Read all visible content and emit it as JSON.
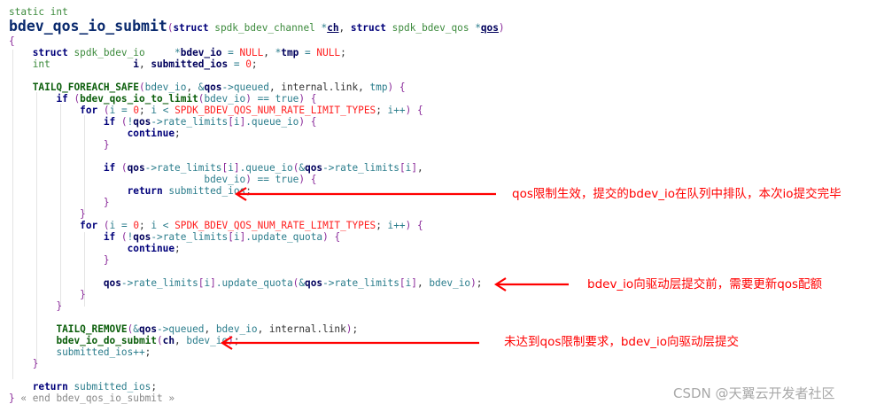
{
  "code": {
    "lines": [
      [
        {
          "c": "ty",
          "t": "static int"
        }
      ],
      [
        {
          "c": "fnname",
          "t": "bdev_qos_io_submit"
        },
        {
          "c": "pu",
          "t": "("
        },
        {
          "c": "kw",
          "t": "struct "
        },
        {
          "c": "ty",
          "t": "spdk_bdev_channel "
        },
        {
          "c": "op",
          "t": "*"
        },
        {
          "c": "varu",
          "t": "ch"
        },
        {
          "c": "pl",
          "t": ", "
        },
        {
          "c": "kw",
          "t": "struct "
        },
        {
          "c": "ty",
          "t": "spdk_bdev_qos "
        },
        {
          "c": "op",
          "t": "*"
        },
        {
          "c": "varu",
          "t": "qos"
        },
        {
          "c": "pu",
          "t": ")"
        }
      ],
      [
        {
          "c": "pu",
          "t": "{"
        }
      ],
      [
        {
          "c": "pl",
          "t": "    "
        },
        {
          "c": "kw",
          "t": "struct"
        },
        {
          "c": "ty",
          "t": " spdk_bdev_io     "
        },
        {
          "c": "op",
          "t": "*"
        },
        {
          "c": "var",
          "t": "bdev_io"
        },
        {
          "c": "op",
          "t": " = "
        },
        {
          "c": "red",
          "t": "NULL"
        },
        {
          "c": "pl",
          "t": ", "
        },
        {
          "c": "op",
          "t": "*"
        },
        {
          "c": "var",
          "t": "tmp"
        },
        {
          "c": "op",
          "t": " = "
        },
        {
          "c": "red",
          "t": "NULL"
        },
        {
          "c": "pl",
          "t": ";"
        }
      ],
      [
        {
          "c": "pl",
          "t": "    "
        },
        {
          "c": "ty",
          "t": "int              "
        },
        {
          "c": "var",
          "t": "i"
        },
        {
          "c": "pl",
          "t": ", "
        },
        {
          "c": "var",
          "t": "submitted_ios"
        },
        {
          "c": "op",
          "t": " = "
        },
        {
          "c": "red",
          "t": "0"
        },
        {
          "c": "pl",
          "t": ";"
        }
      ],
      [],
      [
        {
          "c": "pl",
          "t": "    "
        },
        {
          "c": "fn",
          "t": "TAILQ_FOREACH_SAFE"
        },
        {
          "c": "pu",
          "t": "("
        },
        {
          "c": "id",
          "t": "bdev_io"
        },
        {
          "c": "pl",
          "t": ", "
        },
        {
          "c": "op",
          "t": "&"
        },
        {
          "c": "var",
          "t": "qos"
        },
        {
          "c": "op",
          "t": "->"
        },
        {
          "c": "id",
          "t": "queued"
        },
        {
          "c": "pl",
          "t": ", internal.link, "
        },
        {
          "c": "id",
          "t": "tmp"
        },
        {
          "c": "pu",
          "t": ")"
        },
        {
          "c": "pl",
          "t": " "
        },
        {
          "c": "pu",
          "t": "{"
        }
      ],
      [
        {
          "c": "pl",
          "t": "        "
        },
        {
          "c": "kw",
          "t": "if"
        },
        {
          "c": "pl",
          "t": " "
        },
        {
          "c": "pu",
          "t": "("
        },
        {
          "c": "fn",
          "t": "bdev_qos_io_to_limit"
        },
        {
          "c": "pu",
          "t": "("
        },
        {
          "c": "id",
          "t": "bdev_io"
        },
        {
          "c": "pu",
          "t": ")"
        },
        {
          "c": "op",
          "t": " == "
        },
        {
          "c": "id",
          "t": "true"
        },
        {
          "c": "pu",
          "t": ")"
        },
        {
          "c": "pl",
          "t": " "
        },
        {
          "c": "pu",
          "t": "{"
        }
      ],
      [
        {
          "c": "pl",
          "t": "            "
        },
        {
          "c": "kw",
          "t": "for"
        },
        {
          "c": "pl",
          "t": " "
        },
        {
          "c": "pu",
          "t": "("
        },
        {
          "c": "id",
          "t": "i"
        },
        {
          "c": "op",
          "t": " = "
        },
        {
          "c": "red",
          "t": "0"
        },
        {
          "c": "pl",
          "t": "; "
        },
        {
          "c": "id",
          "t": "i"
        },
        {
          "c": "op",
          "t": " < "
        },
        {
          "c": "red",
          "t": "SPDK_BDEV_QOS_NUM_RATE_LIMIT_TYPES"
        },
        {
          "c": "pl",
          "t": "; "
        },
        {
          "c": "id",
          "t": "i"
        },
        {
          "c": "op",
          "t": "++"
        },
        {
          "c": "pu",
          "t": ")"
        },
        {
          "c": "pl",
          "t": " "
        },
        {
          "c": "pu",
          "t": "{"
        }
      ],
      [
        {
          "c": "pl",
          "t": "                "
        },
        {
          "c": "kw",
          "t": "if"
        },
        {
          "c": "pl",
          "t": " "
        },
        {
          "c": "pu",
          "t": "("
        },
        {
          "c": "op",
          "t": "!"
        },
        {
          "c": "var",
          "t": "qos"
        },
        {
          "c": "op",
          "t": "->"
        },
        {
          "c": "id",
          "t": "rate_limits"
        },
        {
          "c": "pu",
          "t": "["
        },
        {
          "c": "id",
          "t": "i"
        },
        {
          "c": "pu",
          "t": "]"
        },
        {
          "c": "id",
          "t": ".queue_io"
        },
        {
          "c": "pu",
          "t": ")"
        },
        {
          "c": "pl",
          "t": " "
        },
        {
          "c": "pu",
          "t": "{"
        }
      ],
      [
        {
          "c": "pl",
          "t": "                    "
        },
        {
          "c": "kw",
          "t": "continue"
        },
        {
          "c": "pl",
          "t": ";"
        }
      ],
      [
        {
          "c": "pl",
          "t": "                "
        },
        {
          "c": "pu",
          "t": "}"
        }
      ],
      [],
      [
        {
          "c": "pl",
          "t": "                "
        },
        {
          "c": "kw",
          "t": "if"
        },
        {
          "c": "pl",
          "t": " "
        },
        {
          "c": "pu",
          "t": "("
        },
        {
          "c": "var",
          "t": "qos"
        },
        {
          "c": "op",
          "t": "->"
        },
        {
          "c": "id",
          "t": "rate_limits"
        },
        {
          "c": "pu",
          "t": "["
        },
        {
          "c": "id",
          "t": "i"
        },
        {
          "c": "pu",
          "t": "]"
        },
        {
          "c": "id",
          "t": ".queue_io"
        },
        {
          "c": "pu",
          "t": "("
        },
        {
          "c": "op",
          "t": "&"
        },
        {
          "c": "var",
          "t": "qos"
        },
        {
          "c": "op",
          "t": "->"
        },
        {
          "c": "id",
          "t": "rate_limits"
        },
        {
          "c": "pu",
          "t": "["
        },
        {
          "c": "id",
          "t": "i"
        },
        {
          "c": "pu",
          "t": "]"
        },
        {
          "c": "pl",
          "t": ","
        }
      ],
      [
        {
          "c": "pl",
          "t": "                                 "
        },
        {
          "c": "id",
          "t": "bdev_io"
        },
        {
          "c": "pu",
          "t": ")"
        },
        {
          "c": "op",
          "t": " == "
        },
        {
          "c": "id",
          "t": "true"
        },
        {
          "c": "pu",
          "t": ")"
        },
        {
          "c": "pl",
          "t": " "
        },
        {
          "c": "pu",
          "t": "{"
        }
      ],
      [
        {
          "c": "pl",
          "t": "                    "
        },
        {
          "c": "kw",
          "t": "return"
        },
        {
          "c": "pl",
          "t": " "
        },
        {
          "c": "id",
          "t": "submitted_ios"
        },
        {
          "c": "pl",
          "t": ";"
        }
      ],
      [
        {
          "c": "pl",
          "t": "                "
        },
        {
          "c": "pu",
          "t": "}"
        }
      ],
      [
        {
          "c": "pl",
          "t": "            "
        },
        {
          "c": "pu",
          "t": "}"
        }
      ],
      [
        {
          "c": "pl",
          "t": "            "
        },
        {
          "c": "kw",
          "t": "for"
        },
        {
          "c": "pl",
          "t": " "
        },
        {
          "c": "pu",
          "t": "("
        },
        {
          "c": "id",
          "t": "i"
        },
        {
          "c": "op",
          "t": " = "
        },
        {
          "c": "red",
          "t": "0"
        },
        {
          "c": "pl",
          "t": "; "
        },
        {
          "c": "id",
          "t": "i"
        },
        {
          "c": "op",
          "t": " < "
        },
        {
          "c": "red",
          "t": "SPDK_BDEV_QOS_NUM_RATE_LIMIT_TYPES"
        },
        {
          "c": "pl",
          "t": "; "
        },
        {
          "c": "id",
          "t": "i"
        },
        {
          "c": "op",
          "t": "++"
        },
        {
          "c": "pu",
          "t": ")"
        },
        {
          "c": "pl",
          "t": " "
        },
        {
          "c": "pu",
          "t": "{"
        }
      ],
      [
        {
          "c": "pl",
          "t": "                "
        },
        {
          "c": "kw",
          "t": "if"
        },
        {
          "c": "pl",
          "t": " "
        },
        {
          "c": "pu",
          "t": "("
        },
        {
          "c": "op",
          "t": "!"
        },
        {
          "c": "var",
          "t": "qos"
        },
        {
          "c": "op",
          "t": "->"
        },
        {
          "c": "id",
          "t": "rate_limits"
        },
        {
          "c": "pu",
          "t": "["
        },
        {
          "c": "id",
          "t": "i"
        },
        {
          "c": "pu",
          "t": "]"
        },
        {
          "c": "id",
          "t": ".update_quota"
        },
        {
          "c": "pu",
          "t": ")"
        },
        {
          "c": "pl",
          "t": " "
        },
        {
          "c": "pu",
          "t": "{"
        }
      ],
      [
        {
          "c": "pl",
          "t": "                    "
        },
        {
          "c": "kw",
          "t": "continue"
        },
        {
          "c": "pl",
          "t": ";"
        }
      ],
      [
        {
          "c": "pl",
          "t": "                "
        },
        {
          "c": "pu",
          "t": "}"
        }
      ],
      [],
      [
        {
          "c": "pl",
          "t": "                "
        },
        {
          "c": "var",
          "t": "qos"
        },
        {
          "c": "op",
          "t": "->"
        },
        {
          "c": "id",
          "t": "rate_limits"
        },
        {
          "c": "pu",
          "t": "["
        },
        {
          "c": "id",
          "t": "i"
        },
        {
          "c": "pu",
          "t": "]"
        },
        {
          "c": "id",
          "t": ".update_quota"
        },
        {
          "c": "pu",
          "t": "("
        },
        {
          "c": "op",
          "t": "&"
        },
        {
          "c": "var",
          "t": "qos"
        },
        {
          "c": "op",
          "t": "->"
        },
        {
          "c": "id",
          "t": "rate_limits"
        },
        {
          "c": "pu",
          "t": "["
        },
        {
          "c": "id",
          "t": "i"
        },
        {
          "c": "pu",
          "t": "]"
        },
        {
          "c": "pl",
          "t": ", "
        },
        {
          "c": "id",
          "t": "bdev_io"
        },
        {
          "c": "pu",
          "t": ")"
        },
        {
          "c": "pl",
          "t": ";"
        }
      ],
      [
        {
          "c": "pl",
          "t": "            "
        },
        {
          "c": "pu",
          "t": "}"
        }
      ],
      [
        {
          "c": "pl",
          "t": "        "
        },
        {
          "c": "pu",
          "t": "}"
        }
      ],
      [],
      [
        {
          "c": "pl",
          "t": "        "
        },
        {
          "c": "fn",
          "t": "TAILQ_REMOVE"
        },
        {
          "c": "pu",
          "t": "("
        },
        {
          "c": "op",
          "t": "&"
        },
        {
          "c": "var",
          "t": "qos"
        },
        {
          "c": "op",
          "t": "->"
        },
        {
          "c": "id",
          "t": "queued"
        },
        {
          "c": "pl",
          "t": ", "
        },
        {
          "c": "id",
          "t": "bdev_io"
        },
        {
          "c": "pl",
          "t": ", internal.link"
        },
        {
          "c": "pu",
          "t": ")"
        },
        {
          "c": "pl",
          "t": ";"
        }
      ],
      [
        {
          "c": "pl",
          "t": "        "
        },
        {
          "c": "fn",
          "t": "bdev_io_do_submit"
        },
        {
          "c": "pu",
          "t": "("
        },
        {
          "c": "var",
          "t": "ch"
        },
        {
          "c": "pl",
          "t": ", "
        },
        {
          "c": "id",
          "t": "bdev_io"
        },
        {
          "c": "pu",
          "t": ")"
        },
        {
          "c": "pl",
          "t": ";"
        }
      ],
      [
        {
          "c": "pl",
          "t": "        "
        },
        {
          "c": "id",
          "t": "submitted_ios"
        },
        {
          "c": "op",
          "t": "++"
        },
        {
          "c": "pl",
          "t": ";"
        }
      ],
      [
        {
          "c": "pl",
          "t": "    "
        },
        {
          "c": "pu",
          "t": "}"
        }
      ],
      [],
      [
        {
          "c": "pl",
          "t": "    "
        },
        {
          "c": "kw",
          "t": "return"
        },
        {
          "c": "pl",
          "t": " "
        },
        {
          "c": "id",
          "t": "submitted_ios"
        },
        {
          "c": "pl",
          "t": ";"
        }
      ],
      [
        {
          "c": "pu",
          "t": "}"
        },
        {
          "c": "cm",
          "t": " « end bdev_qos_io_submit »"
        }
      ]
    ]
  },
  "annotations": {
    "note1": "qos限制生效，提交的bdev_io在队列中排队，本次io提交完毕",
    "note2": "bdev_io向驱动层提交前，需要更新qos配额",
    "note3": "未达到qos限制要求，bdev_io向驱动层提交",
    "color": "#ff0000"
  },
  "watermark": "CSDN @天翼云开发者社区"
}
